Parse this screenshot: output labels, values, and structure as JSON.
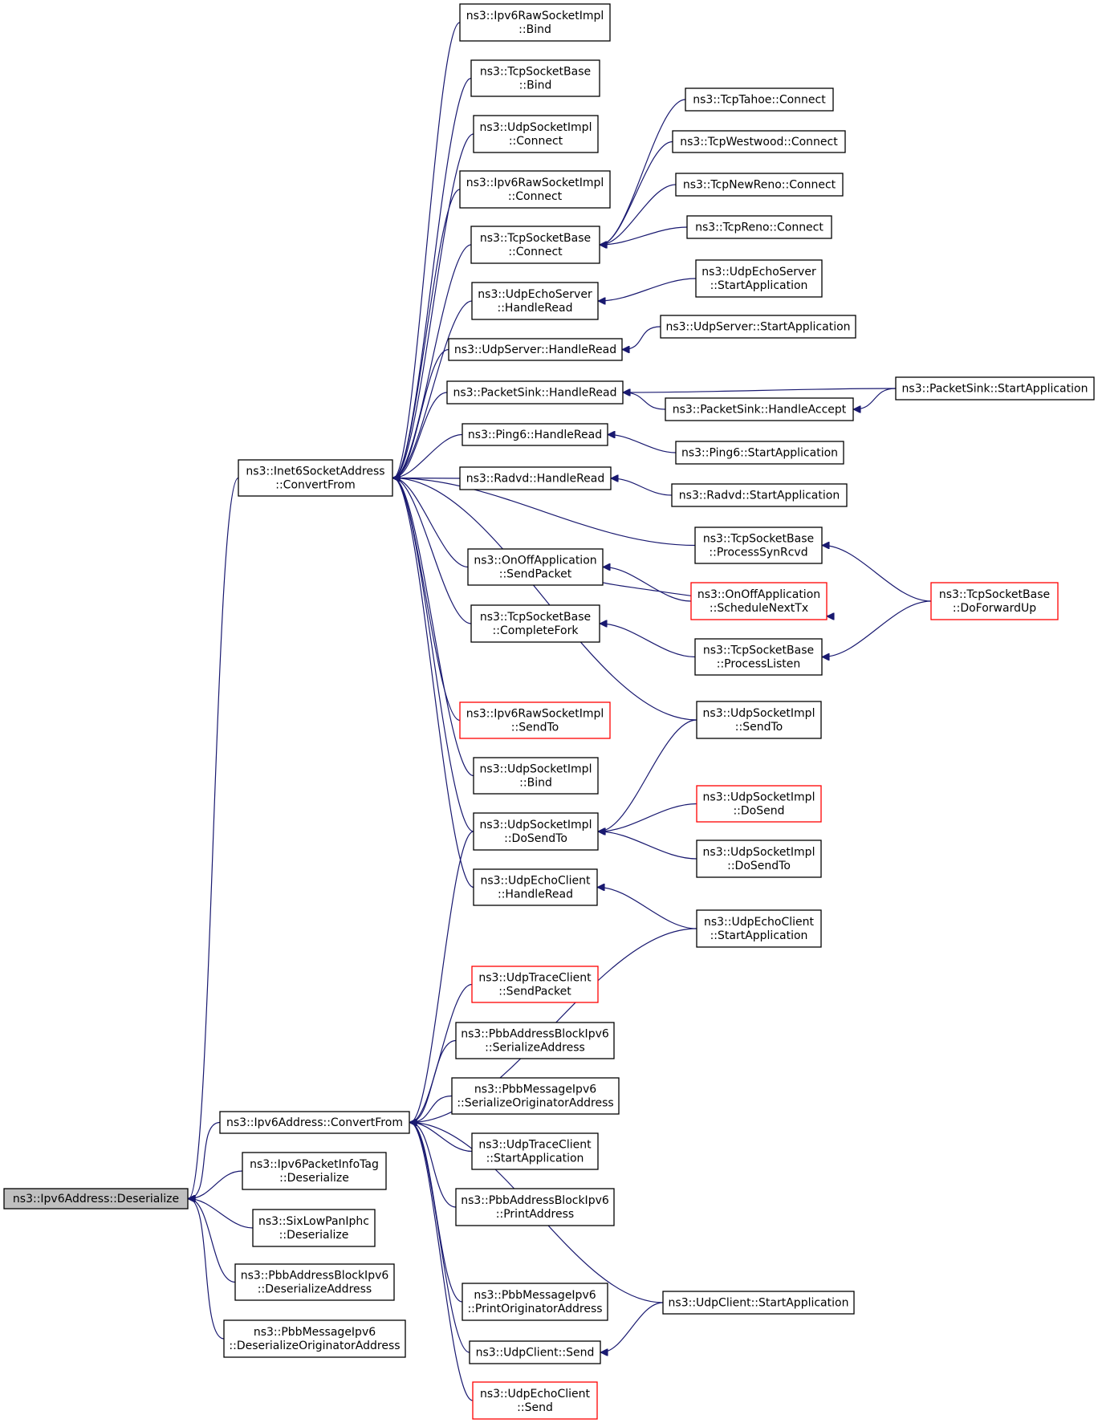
{
  "colors": {
    "edge": "#191970",
    "border": "#000000",
    "truncated_border": "#ff0000",
    "root_fill": "#bfbfbf",
    "background": "#ffffff"
  },
  "nodes": [
    {
      "id": "deser",
      "lines": [
        "ns3::Ipv6Address::Deserialize"
      ],
      "root": true
    },
    {
      "id": "inet6conv",
      "lines": [
        "ns3::Inet6SocketAddress",
        "::ConvertFrom"
      ]
    },
    {
      "id": "ipv6conv",
      "lines": [
        "ns3::Ipv6Address::ConvertFrom"
      ]
    },
    {
      "id": "pktinfodeser",
      "lines": [
        "ns3::Ipv6PacketInfoTag",
        "::Deserialize"
      ]
    },
    {
      "id": "sixlow",
      "lines": [
        "ns3::SixLowPanIphc",
        "::Deserialize"
      ]
    },
    {
      "id": "pbbblkdeser",
      "lines": [
        "ns3::PbbAddressBlockIpv6",
        "::DeserializeAddress"
      ]
    },
    {
      "id": "pbbmsgdeser",
      "lines": [
        "ns3::PbbMessageIpv6",
        "::DeserializeOriginatorAddress"
      ]
    },
    {
      "id": "rawbind",
      "lines": [
        "ns3::Ipv6RawSocketImpl",
        "::Bind"
      ]
    },
    {
      "id": "tcpbind",
      "lines": [
        "ns3::TcpSocketBase",
        "::Bind"
      ]
    },
    {
      "id": "udpconn",
      "lines": [
        "ns3::UdpSocketImpl",
        "::Connect"
      ]
    },
    {
      "id": "rawconn",
      "lines": [
        "ns3::Ipv6RawSocketImpl",
        "::Connect"
      ]
    },
    {
      "id": "tcpconn",
      "lines": [
        "ns3::TcpSocketBase",
        "::Connect"
      ]
    },
    {
      "id": "echosrvread",
      "lines": [
        "ns3::UdpEchoServer",
        "::HandleRead"
      ]
    },
    {
      "id": "udpsrvread",
      "lines": [
        "ns3::UdpServer::HandleRead"
      ]
    },
    {
      "id": "sinkread",
      "lines": [
        "ns3::PacketSink::HandleRead"
      ]
    },
    {
      "id": "ping6read",
      "lines": [
        "ns3::Ping6::HandleRead"
      ]
    },
    {
      "id": "radvdread",
      "lines": [
        "ns3::Radvd::HandleRead"
      ]
    },
    {
      "id": "onoffsend",
      "lines": [
        "ns3::OnOffApplication",
        "::SendPacket"
      ]
    },
    {
      "id": "tcpfork",
      "lines": [
        "ns3::TcpSocketBase",
        "::CompleteFork"
      ]
    },
    {
      "id": "rawsendto",
      "lines": [
        "ns3::Ipv6RawSocketImpl",
        "::SendTo"
      ],
      "truncated": true
    },
    {
      "id": "udpbind",
      "lines": [
        "ns3::UdpSocketImpl",
        "::Bind"
      ]
    },
    {
      "id": "udpdosendto",
      "lines": [
        "ns3::UdpSocketImpl",
        "::DoSendTo"
      ]
    },
    {
      "id": "echocliread",
      "lines": [
        "ns3::UdpEchoClient",
        "::HandleRead"
      ]
    },
    {
      "id": "tahoe",
      "lines": [
        "ns3::TcpTahoe::Connect"
      ]
    },
    {
      "id": "westwood",
      "lines": [
        "ns3::TcpWestwood::Connect"
      ]
    },
    {
      "id": "newreno",
      "lines": [
        "ns3::TcpNewReno::Connect"
      ]
    },
    {
      "id": "reno",
      "lines": [
        "ns3::TcpReno::Connect"
      ]
    },
    {
      "id": "echosrvstart",
      "lines": [
        "ns3::UdpEchoServer",
        "::StartApplication"
      ]
    },
    {
      "id": "udpsrvstart",
      "lines": [
        "ns3::UdpServer::StartApplication"
      ]
    },
    {
      "id": "sinkaccept",
      "lines": [
        "ns3::PacketSink::HandleAccept"
      ]
    },
    {
      "id": "sinkstart",
      "lines": [
        "ns3::PacketSink::StartApplication"
      ]
    },
    {
      "id": "ping6start",
      "lines": [
        "ns3::Ping6::StartApplication"
      ]
    },
    {
      "id": "radvdstart",
      "lines": [
        "ns3::Radvd::StartApplication"
      ]
    },
    {
      "id": "synrcvd",
      "lines": [
        "ns3::TcpSocketBase",
        "::ProcessSynRcvd"
      ]
    },
    {
      "id": "schednext",
      "lines": [
        "ns3::OnOffApplication",
        "::ScheduleNextTx"
      ],
      "truncated": true
    },
    {
      "id": "fwdup",
      "lines": [
        "ns3::TcpSocketBase",
        "::DoForwardUp"
      ],
      "truncated": true
    },
    {
      "id": "plisten",
      "lines": [
        "ns3::TcpSocketBase",
        "::ProcessListen"
      ]
    },
    {
      "id": "udpsendto",
      "lines": [
        "ns3::UdpSocketImpl",
        "::SendTo"
      ]
    },
    {
      "id": "udpdosend",
      "lines": [
        "ns3::UdpSocketImpl",
        "::DoSend"
      ],
      "truncated": true
    },
    {
      "id": "udpdosendto2",
      "lines": [
        "ns3::UdpSocketImpl",
        "::DoSendTo"
      ]
    },
    {
      "id": "echoclistart",
      "lines": [
        "ns3::UdpEchoClient",
        "::StartApplication"
      ]
    },
    {
      "id": "tracesend",
      "lines": [
        "ns3::UdpTraceClient",
        "::SendPacket"
      ],
      "truncated": true
    },
    {
      "id": "pbbblkser",
      "lines": [
        "ns3::PbbAddressBlockIpv6",
        "::SerializeAddress"
      ]
    },
    {
      "id": "pbbmsgser",
      "lines": [
        "ns3::PbbMessageIpv6",
        "::SerializeOriginatorAddress"
      ]
    },
    {
      "id": "tracestart",
      "lines": [
        "ns3::UdpTraceClient",
        "::StartApplication"
      ]
    },
    {
      "id": "pbbblkprint",
      "lines": [
        "ns3::PbbAddressBlockIpv6",
        "::PrintAddress"
      ]
    },
    {
      "id": "pbbmsgprint",
      "lines": [
        "ns3::PbbMessageIpv6",
        "::PrintOriginatorAddress"
      ]
    },
    {
      "id": "udpclisend",
      "lines": [
        "ns3::UdpClient::Send"
      ]
    },
    {
      "id": "echoclisend",
      "lines": [
        "ns3::UdpEchoClient",
        "::Send"
      ],
      "truncated": true
    },
    {
      "id": "udpclistart",
      "lines": [
        "ns3::UdpClient::StartApplication"
      ]
    }
  ],
  "edges": [
    [
      "deser",
      "inet6conv"
    ],
    [
      "deser",
      "ipv6conv"
    ],
    [
      "deser",
      "pktinfodeser"
    ],
    [
      "deser",
      "sixlow"
    ],
    [
      "deser",
      "pbbblkdeser"
    ],
    [
      "deser",
      "pbbmsgdeser"
    ],
    [
      "inet6conv",
      "rawbind"
    ],
    [
      "inet6conv",
      "tcpbind"
    ],
    [
      "inet6conv",
      "udpconn"
    ],
    [
      "inet6conv",
      "rawconn"
    ],
    [
      "inet6conv",
      "tcpconn"
    ],
    [
      "inet6conv",
      "echosrvread"
    ],
    [
      "inet6conv",
      "udpsrvread"
    ],
    [
      "inet6conv",
      "sinkread"
    ],
    [
      "inet6conv",
      "ping6read"
    ],
    [
      "inet6conv",
      "radvdread"
    ],
    [
      "inet6conv",
      "synrcvd"
    ],
    [
      "inet6conv",
      "onoffsend"
    ],
    [
      "inet6conv",
      "tcpfork"
    ],
    [
      "inet6conv",
      "udpsendto"
    ],
    [
      "inet6conv",
      "rawsendto"
    ],
    [
      "inet6conv",
      "udpbind"
    ],
    [
      "inet6conv",
      "udpdosendto"
    ],
    [
      "inet6conv",
      "echocliread"
    ],
    [
      "tcpconn",
      "tahoe"
    ],
    [
      "tcpconn",
      "westwood"
    ],
    [
      "tcpconn",
      "newreno"
    ],
    [
      "tcpconn",
      "reno"
    ],
    [
      "echosrvread",
      "echosrvstart"
    ],
    [
      "udpsrvread",
      "udpsrvstart"
    ],
    [
      "sinkread",
      "sinkstart"
    ],
    [
      "sinkread",
      "sinkaccept"
    ],
    [
      "sinkaccept",
      "sinkstart"
    ],
    [
      "ping6read",
      "ping6start"
    ],
    [
      "radvdread",
      "radvdstart"
    ],
    [
      "onoffsend",
      "schednext"
    ],
    [
      "schednext",
      "onoffsend"
    ],
    [
      "synrcvd",
      "fwdup"
    ],
    [
      "tcpfork",
      "plisten"
    ],
    [
      "plisten",
      "fwdup"
    ],
    [
      "udpdosendto",
      "udpsendto"
    ],
    [
      "udpdosendto",
      "udpdosend"
    ],
    [
      "udpdosendto",
      "udpdosendto2"
    ],
    [
      "echocliread",
      "echoclistart"
    ],
    [
      "ipv6conv",
      "udpdosendto"
    ],
    [
      "ipv6conv",
      "echoclistart"
    ],
    [
      "ipv6conv",
      "tracesend"
    ],
    [
      "ipv6conv",
      "pbbblkser"
    ],
    [
      "ipv6conv",
      "pbbmsgser"
    ],
    [
      "ipv6conv",
      "tracestart"
    ],
    [
      "ipv6conv",
      "pbbblkprint"
    ],
    [
      "ipv6conv",
      "pbbmsgprint"
    ],
    [
      "ipv6conv",
      "udpclistart"
    ],
    [
      "ipv6conv",
      "udpclisend"
    ],
    [
      "ipv6conv",
      "echoclisend"
    ],
    [
      "udpclisend",
      "udpclistart"
    ]
  ]
}
